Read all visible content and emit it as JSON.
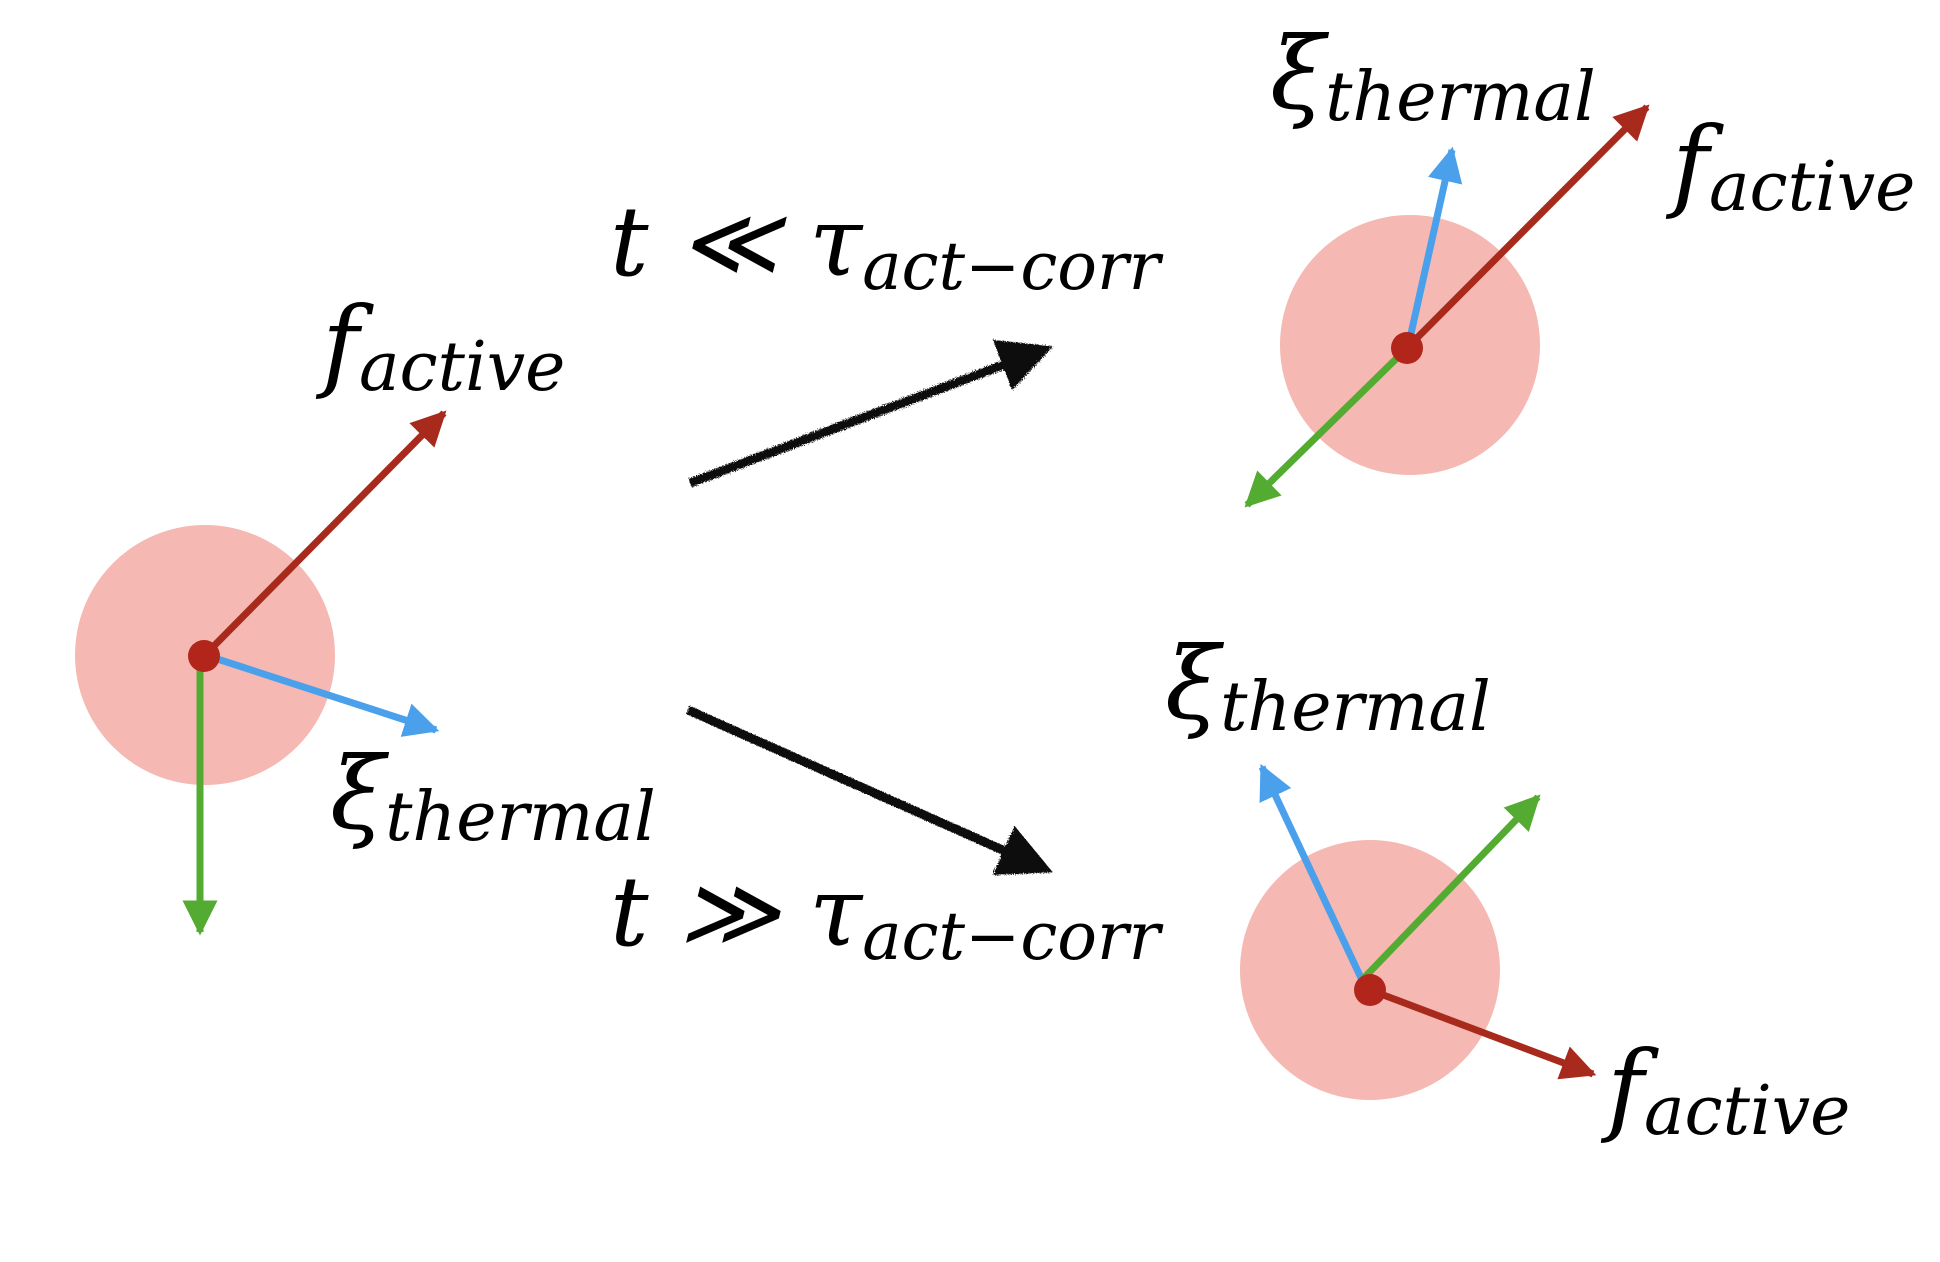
{
  "colors": {
    "particle": "#f5b8b2",
    "center": "#b1251b",
    "active": "#a82a1c",
    "thermal": "#4aa0ea",
    "total": "#54ab32",
    "transition": "#111111"
  },
  "labels": {
    "f_symbol": "f",
    "f_sub": "active",
    "xi_symbol": "ξ",
    "xi_sub": "thermal"
  },
  "conditions": {
    "short": {
      "t": "t",
      "rel": "≪",
      "tau": "τ",
      "sub": "act−corr"
    },
    "long": {
      "t": "t",
      "rel": "≫",
      "tau": "τ",
      "sub": "act−corr"
    }
  }
}
